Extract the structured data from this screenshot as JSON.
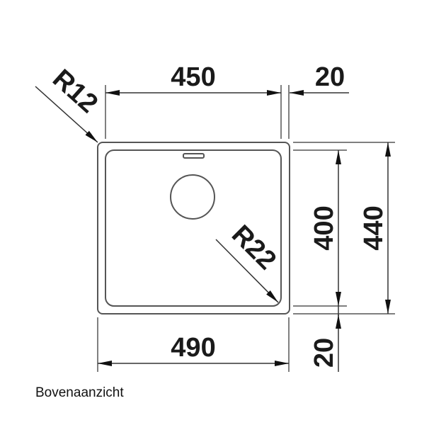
{
  "drawing": {
    "title": "Sink top view technical drawing",
    "caption": "Bovenaanzicht",
    "colors": {
      "line": "#555555",
      "text": "#1a1a1a",
      "arrow": "#111111",
      "background": "#ffffff"
    },
    "dimensions": {
      "inner_width": "450",
      "rim_offset_top": "20",
      "outer_width": "490",
      "inner_depth": "400",
      "outer_depth": "440",
      "rim_offset_bottom": "20",
      "outer_radius": "R12",
      "inner_radius": "R22"
    },
    "features": {
      "overflow_slot": "overflow-slot",
      "drain_hole": "drain-circle"
    }
  }
}
